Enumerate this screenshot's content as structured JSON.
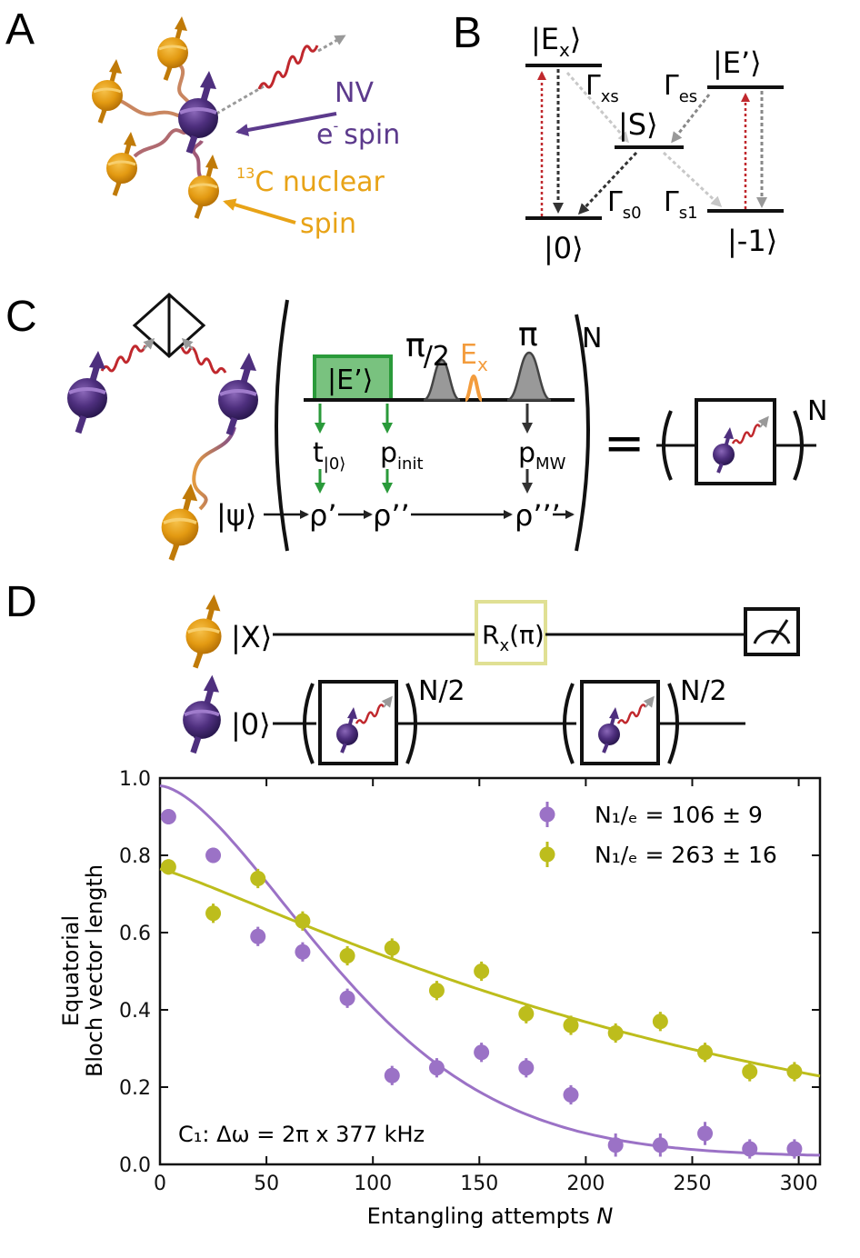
{
  "panels": {
    "A": {
      "letter": "A",
      "nv_label_1": "NV",
      "nv_label_2": "spin",
      "nv_label_e": "e",
      "nv_label_minus": "-",
      "c13_sup": "13",
      "c13_label": "C nuclear",
      "c13_label_2": "spin"
    },
    "B": {
      "letter": "B",
      "levels": {
        "Ex": "|Ex⟩",
        "Eprime": "|E’⟩",
        "S": "|S⟩",
        "zero": "|0⟩",
        "minus_one": "|-1⟩"
      },
      "rates": {
        "xs": "xs",
        "es": "es",
        "s0": "s0",
        "s1": "s1",
        "gamma": "Γ"
      }
    },
    "C": {
      "letter": "C",
      "eprime_box": "|E’⟩",
      "pi2": "π/2",
      "ex": "E",
      "ex_sub": "x",
      "pi": "π",
      "t_label": "t",
      "t_sub": "|0⟩",
      "pinit": "p",
      "pinit_sub": "init",
      "pmw": "p",
      "pmw_sub": "MW",
      "psi": "|ψ⟩",
      "rho1": "ρ’",
      "rho2": "ρ’’",
      "rho3": "ρ’’’",
      "N": "N",
      "equals": "="
    },
    "D": {
      "letter": "D",
      "qubit_top": "|X⟩",
      "qubit_bottom": "|0⟩",
      "gate": "Rx(π)",
      "gate_main": "R",
      "gate_sub": "x",
      "gate_arg": "(π)",
      "rep1": "N/2",
      "rep2": "N/2"
    }
  },
  "colors": {
    "nv_purple": "#5c3a8c",
    "c13_orange": "#e8a317",
    "photon_red": "#c0282d",
    "purple_series": "#9b72c6",
    "olive_series": "#bdbd1c",
    "green_box": "#79c27f",
    "green_arrow": "#2a9a3a",
    "ex_orange": "#f39c3d"
  },
  "chart_data": {
    "type": "scatter",
    "xlabel": "Entangling attempts N",
    "ylabel_line1": "Equatorial",
    "ylabel_line2": "Bloch vector length",
    "xlim": [
      0,
      310
    ],
    "ylim": [
      0.0,
      1.0
    ],
    "xticks": [
      0,
      50,
      100,
      150,
      200,
      250,
      300
    ],
    "yticks": [
      0.0,
      0.2,
      0.4,
      0.6,
      0.8,
      1.0
    ],
    "xtick_labels": [
      "0",
      "50",
      "100",
      "150",
      "200",
      "250",
      "300"
    ],
    "ytick_labels": [
      "0.0",
      "0.2",
      "0.4",
      "0.6",
      "0.8",
      "1.0"
    ],
    "annotation": "C₁: Δω = 2π x 377 kHz",
    "legend_position": "top-right",
    "series": [
      {
        "name": "N₁/ₑ = 106 ± 9",
        "color": "#9b72c6",
        "x": [
          4,
          25,
          46,
          67,
          88,
          109,
          130,
          151,
          172,
          193,
          214,
          235,
          256,
          277,
          298
        ],
        "y": [
          0.9,
          0.8,
          0.59,
          0.55,
          0.43,
          0.23,
          0.25,
          0.29,
          0.25,
          0.18,
          0.05,
          0.05,
          0.08,
          0.04,
          0.04
        ],
        "err": [
          0.02,
          0.02,
          0.025,
          0.025,
          0.025,
          0.025,
          0.025,
          0.025,
          0.025,
          0.025,
          0.03,
          0.03,
          0.03,
          0.025,
          0.025
        ],
        "fit": {
          "A": 0.96,
          "N": 106
        }
      },
      {
        "name": "N₁/ₑ = 263 ± 16",
        "color": "#bdbd1c",
        "x": [
          4,
          25,
          46,
          67,
          88,
          109,
          130,
          151,
          172,
          193,
          214,
          235,
          256,
          277,
          298
        ],
        "y": [
          0.77,
          0.65,
          0.74,
          0.63,
          0.54,
          0.56,
          0.45,
          0.5,
          0.39,
          0.36,
          0.34,
          0.37,
          0.29,
          0.24,
          0.24
        ],
        "err": [
          0.02,
          0.025,
          0.025,
          0.025,
          0.025,
          0.025,
          0.025,
          0.025,
          0.025,
          0.025,
          0.025,
          0.025,
          0.025,
          0.025,
          0.025
        ],
        "fit": {
          "A": 0.765,
          "N": 263
        }
      }
    ]
  }
}
